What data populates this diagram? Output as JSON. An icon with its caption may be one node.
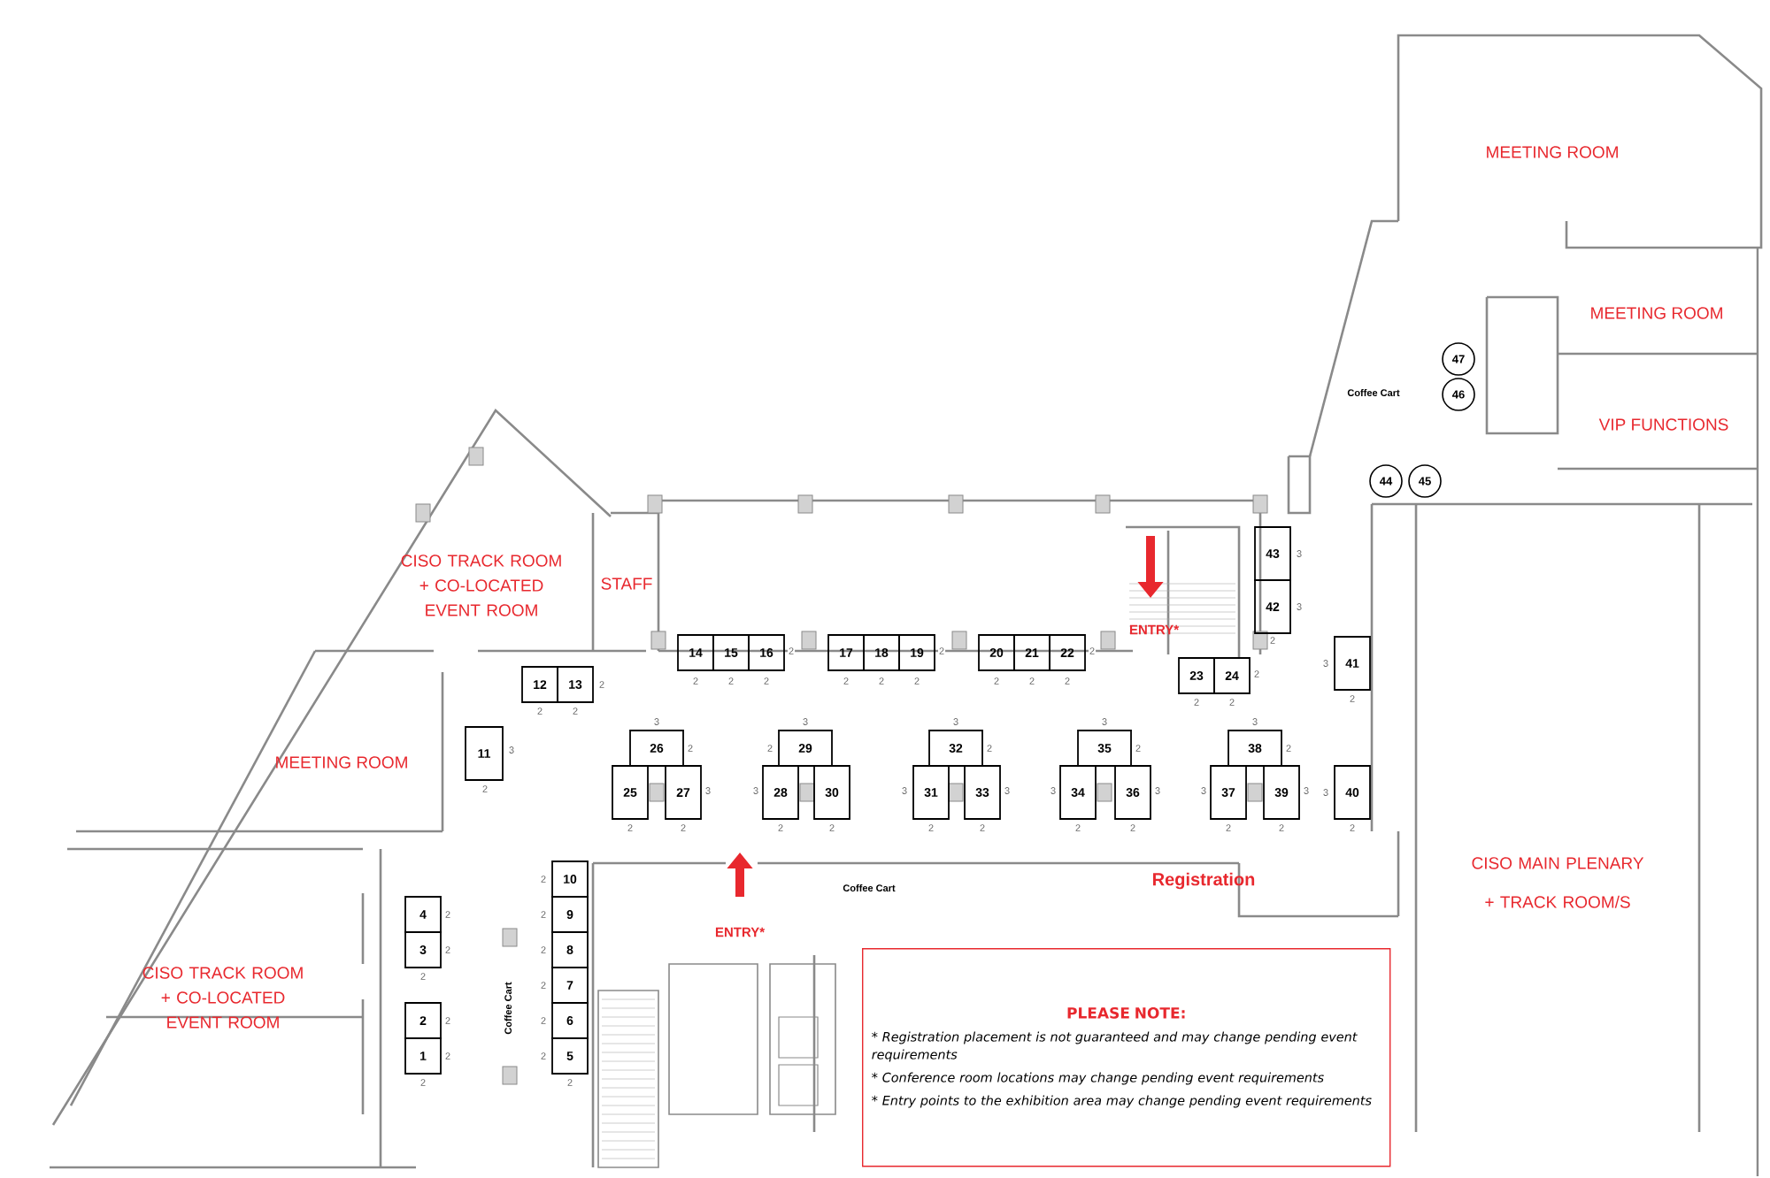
{
  "diagram": {
    "nodes": [
      {
        "text": [
          "47"
        ]
      },
      {
        "text": [
          "46"
        ]
      },
      {
        "text": [
          "44"
        ]
      },
      {
        "text": [
          "45"
        ]
      },
      {
        "text": [
          "43"
        ],
        "beside": [
          "3"
        ]
      },
      {
        "text": [
          "42"
        ],
        "beside": [
          "3",
          "2"
        ]
      },
      {
        "text": [
          "14"
        ],
        "beside": [
          "2"
        ]
      },
      {
        "text": [
          "15"
        ],
        "beside": [
          "2"
        ]
      },
      {
        "text": [
          "16"
        ],
        "beside": [
          "2",
          "2"
        ]
      },
      {
        "text": [
          "17"
        ],
        "beside": [
          "2"
        ]
      },
      {
        "text": [
          "18"
        ],
        "beside": [
          "2"
        ]
      },
      {
        "text": [
          "19"
        ],
        "beside": [
          "2",
          "2"
        ]
      },
      {
        "text": [
          "20"
        ],
        "beside": [
          "2"
        ]
      },
      {
        "text": [
          "21"
        ],
        "beside": [
          "2"
        ]
      },
      {
        "text": [
          "22"
        ],
        "beside": [
          "2",
          "2"
        ]
      },
      {
        "text": [
          "23"
        ],
        "beside": [
          "2"
        ]
      },
      {
        "text": [
          "24"
        ],
        "beside": [
          "2",
          "2"
        ]
      },
      {
        "text": [
          "41"
        ],
        "beside": [
          "3",
          "2"
        ]
      },
      {
        "text": [
          "12"
        ],
        "beside": [
          "2"
        ]
      },
      {
        "text": [
          "13"
        ],
        "beside": [
          "2",
          "2"
        ]
      },
      {
        "text": [
          "11"
        ],
        "beside": [
          "3",
          "2"
        ]
      },
      {
        "text": [
          "26"
        ],
        "beside": [
          "3",
          "2"
        ]
      },
      {
        "text": [
          "29"
        ],
        "beside": [
          "3",
          "2"
        ]
      },
      {
        "text": [
          "32"
        ],
        "beside": [
          "3",
          "2"
        ]
      },
      {
        "text": [
          "35"
        ],
        "beside": [
          "3",
          "2"
        ]
      },
      {
        "text": [
          "38"
        ],
        "beside": [
          "3",
          "2"
        ]
      },
      {
        "text": [
          "25"
        ],
        "beside": [
          "2"
        ]
      },
      {
        "text": [
          "27"
        ],
        "beside": [
          "3",
          "2"
        ]
      },
      {
        "text": [
          "28"
        ],
        "beside": [
          "3",
          "2"
        ]
      },
      {
        "text": [
          "30"
        ],
        "beside": [
          "2"
        ]
      },
      {
        "text": [
          "31"
        ],
        "beside": [
          "3",
          "2"
        ]
      },
      {
        "text": [
          "33"
        ],
        "beside": [
          "3",
          "2"
        ]
      },
      {
        "text": [
          "34"
        ],
        "beside": [
          "3",
          "2"
        ]
      },
      {
        "text": [
          "36"
        ],
        "beside": [
          "3",
          "2"
        ]
      },
      {
        "text": [
          "37"
        ],
        "beside": [
          "3",
          "2"
        ]
      },
      {
        "text": [
          "39"
        ],
        "beside": [
          "3",
          "2"
        ]
      },
      {
        "text": [
          "40"
        ],
        "beside": [
          "3",
          "2"
        ]
      },
      {
        "text": [
          "10"
        ],
        "beside": [
          "2"
        ]
      },
      {
        "text": [
          "9"
        ],
        "beside": [
          "2"
        ]
      },
      {
        "text": [
          "8"
        ],
        "beside": [
          "2"
        ]
      },
      {
        "text": [
          "7"
        ],
        "beside": [
          "2"
        ]
      },
      {
        "text": [
          "6"
        ],
        "beside": [
          "2"
        ]
      },
      {
        "text": [
          "5"
        ],
        "beside": [
          "2",
          "2"
        ]
      },
      {
        "text": [
          "4"
        ],
        "beside": [
          "2"
        ]
      },
      {
        "text": [
          "3"
        ],
        "beside": [
          "2",
          "2"
        ]
      },
      {
        "text": [
          "2"
        ],
        "beside": [
          "2"
        ]
      },
      {
        "text": [
          "1"
        ],
        "beside": [
          "2",
          "2"
        ]
      },
      {
        "text": [
          "PLEASE NOTE:",
          "* Registration placement is not guaranteed and may change pending event requirements",
          "* Conference room locations may change pending event requirements",
          "* Entry points to the exhibition area may change pending event requirements"
        ]
      }
    ],
    "labels": [
      "MEETING ROOM",
      "MEETING ROOM",
      "Coffee Cart",
      "VIP FUNCTIONS",
      "CISO TRACK ROOM + CO-LOCATED EVENT ROOM",
      "STAFF",
      "ENTRY*",
      "MEETING ROOM",
      "CISO MAIN PLENARY + TRACK ROOM/S",
      "Registration",
      "Coffee Cart",
      "ENTRY*",
      "Coffee Cart",
      "CISO TRACK ROOM + CO-LOCATED EVENT ROOM"
    ]
  }
}
